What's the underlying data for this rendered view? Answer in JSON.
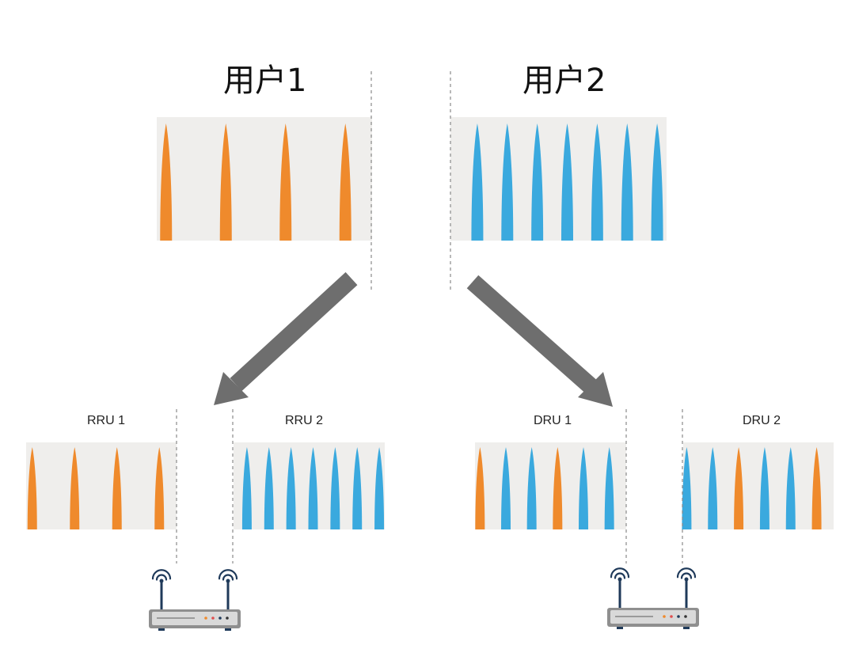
{
  "colors": {
    "panel_bg": "#efeeec",
    "orange": "#ef8a2c",
    "blue": "#3aa9de",
    "arrow": "#6e6e6e",
    "router_body": "#d9d9d9",
    "router_frame": "#8f8f8f",
    "antenna": "#1f3a5a"
  },
  "users": [
    {
      "title": "用户1",
      "comb": [
        "orange",
        "orange",
        "orange",
        "orange"
      ]
    },
    {
      "title": "用户2",
      "comb": [
        "blue",
        "blue",
        "blue",
        "blue",
        "blue",
        "blue",
        "blue"
      ]
    }
  ],
  "units": [
    {
      "label": "RRU 1",
      "comb": [
        "orange",
        "orange",
        "orange",
        "orange"
      ]
    },
    {
      "label": "RRU 2",
      "comb": [
        "blue",
        "blue",
        "blue",
        "blue",
        "blue",
        "blue",
        "blue"
      ]
    },
    {
      "label": "DRU 1",
      "comb": [
        "orange",
        "blue",
        "blue",
        "orange",
        "blue",
        "blue"
      ]
    },
    {
      "label": "DRU 2",
      "comb": [
        "blue",
        "blue",
        "orange",
        "blue",
        "blue",
        "orange"
      ]
    }
  ],
  "routers": [
    {
      "name": "router-left"
    },
    {
      "name": "router-right"
    }
  ]
}
